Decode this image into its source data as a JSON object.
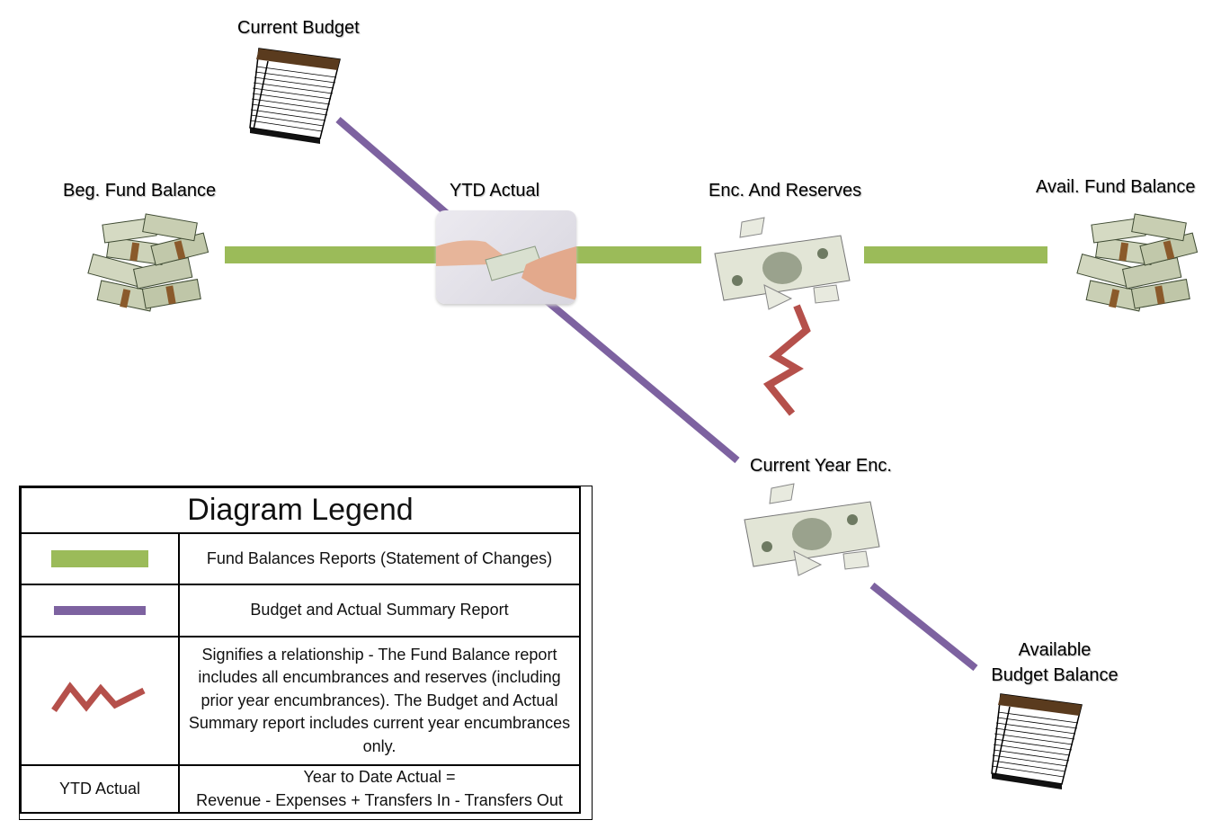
{
  "nodes": {
    "current_budget": "Current Budget",
    "beg_fund_balance": "Beg. Fund Balance",
    "ytd_actual": "YTD Actual",
    "enc_and_reserves": "Enc. And Reserves",
    "avail_fund_balance": "Avail. Fund Balance",
    "current_year_enc": "Current Year Enc.",
    "available_budget_balance_1": "Available",
    "available_budget_balance_2": "Budget Balance"
  },
  "legend": {
    "title": "Diagram Legend",
    "rows": [
      {
        "symbol": "green-bar",
        "text": "Fund Balances Reports (Statement of Changes)"
      },
      {
        "symbol": "purple-bar",
        "text": "Budget and Actual Summary Report"
      },
      {
        "symbol": "red-zigzag",
        "text": "Signifies a relationship - The Fund Balance report includes all encumbrances and reserves (including prior year encumbrances). The Budget and Actual Summary report includes current year encumbrances only."
      },
      {
        "symbol": "YTD Actual",
        "text_line1": "Year to Date Actual =",
        "text_line2": "Revenue - Expenses + Transfers In - Transfers Out"
      }
    ]
  },
  "colors": {
    "green": "#9bbb59",
    "purple": "#7d62a0",
    "red": "#b5504b"
  }
}
